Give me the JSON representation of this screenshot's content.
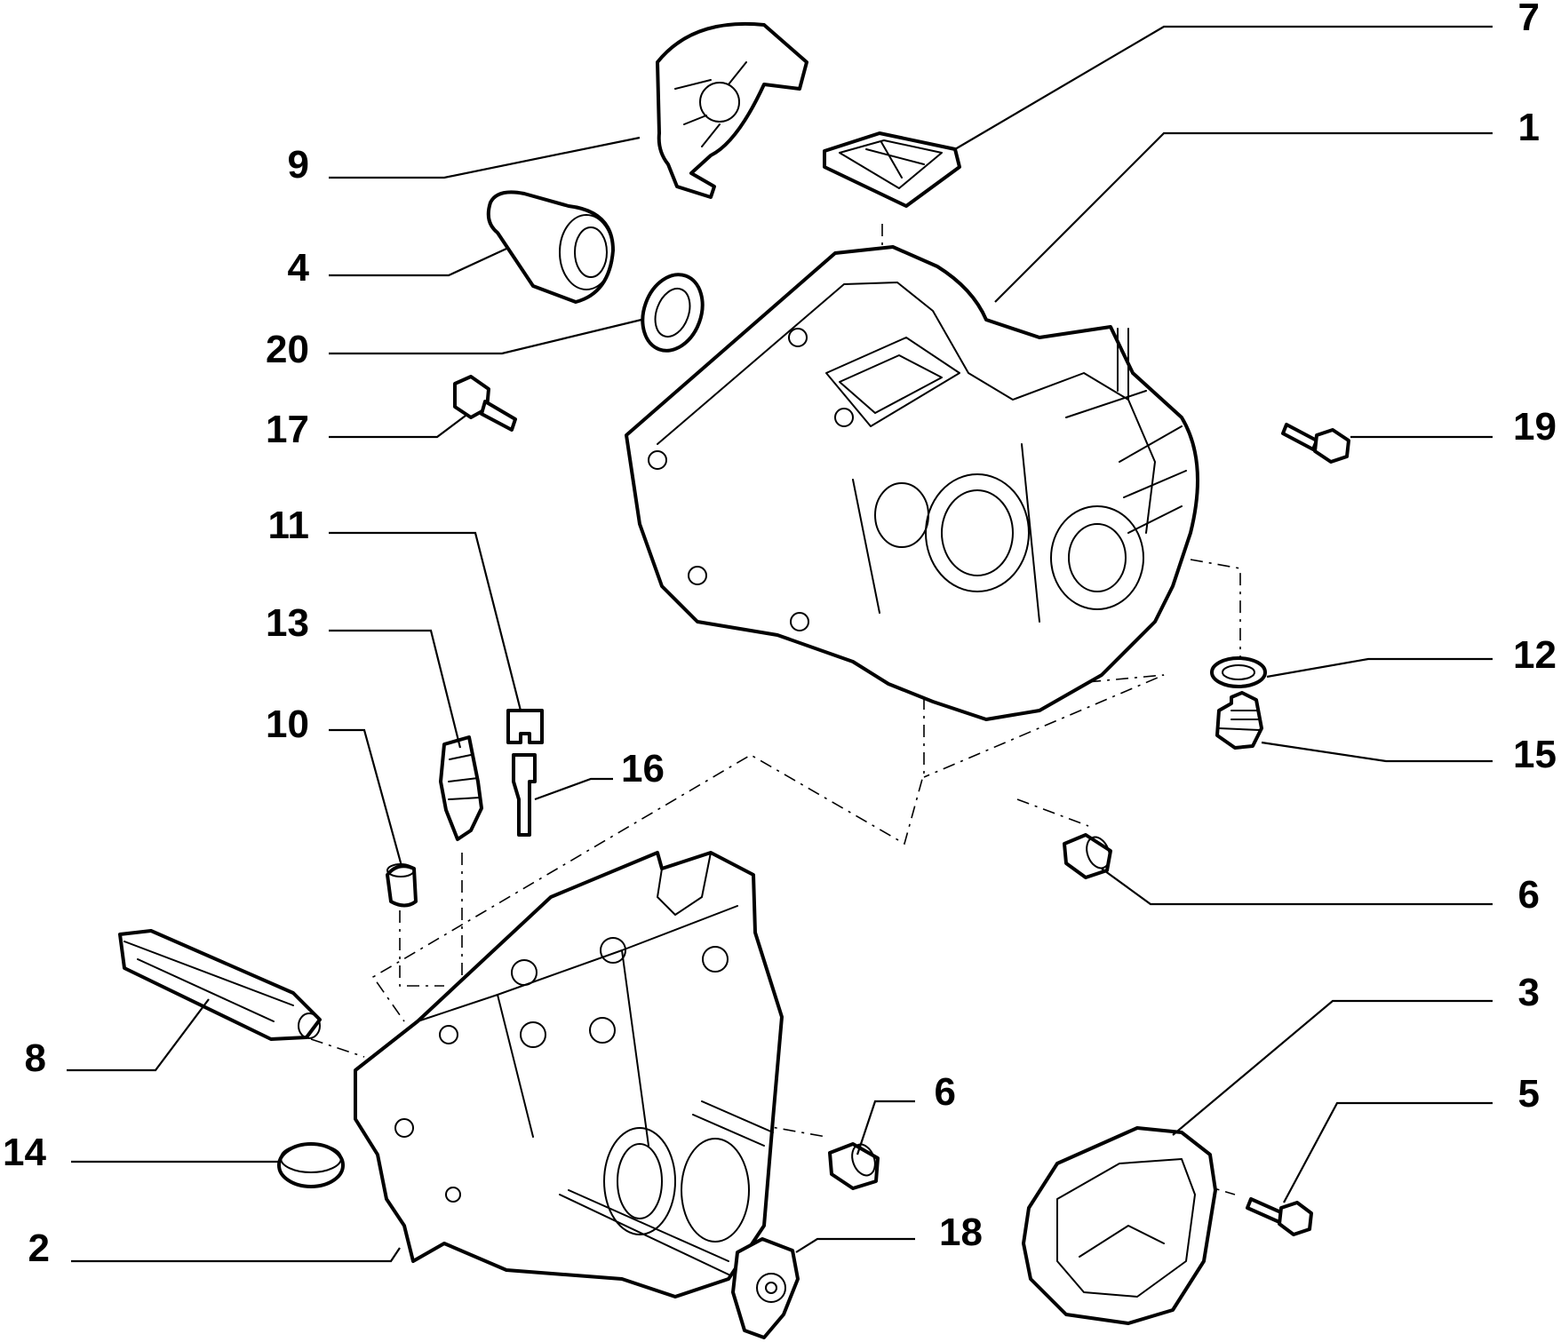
{
  "diagram": {
    "callouts": [
      {
        "id": "7",
        "label": "7"
      },
      {
        "id": "1",
        "label": "1"
      },
      {
        "id": "9",
        "label": "9"
      },
      {
        "id": "4",
        "label": "4"
      },
      {
        "id": "20",
        "label": "20"
      },
      {
        "id": "17",
        "label": "17"
      },
      {
        "id": "19",
        "label": "19"
      },
      {
        "id": "11",
        "label": "11"
      },
      {
        "id": "13",
        "label": "13"
      },
      {
        "id": "12",
        "label": "12"
      },
      {
        "id": "10",
        "label": "10"
      },
      {
        "id": "16",
        "label": "16"
      },
      {
        "id": "15",
        "label": "15"
      },
      {
        "id": "6a",
        "label": "6"
      },
      {
        "id": "3",
        "label": "3"
      },
      {
        "id": "8",
        "label": "8"
      },
      {
        "id": "6b",
        "label": "6"
      },
      {
        "id": "5",
        "label": "5"
      },
      {
        "id": "14",
        "label": "14"
      },
      {
        "id": "18",
        "label": "18"
      },
      {
        "id": "2",
        "label": "2"
      }
    ]
  }
}
